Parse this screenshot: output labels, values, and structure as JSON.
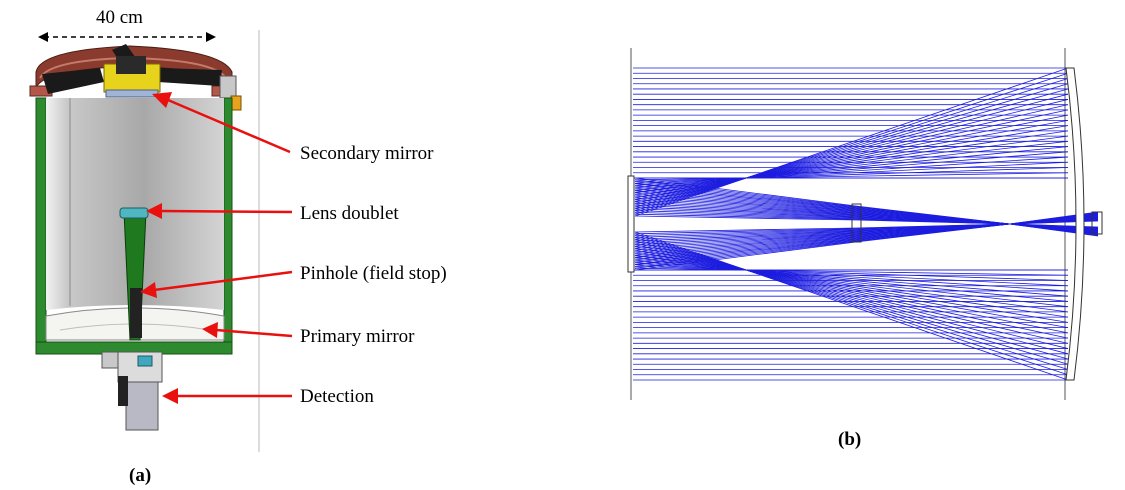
{
  "panel_a": {
    "dimension_label": "40 cm",
    "labels": {
      "secondary_mirror": "Secondary mirror",
      "lens_doublet": "Lens doublet",
      "pinhole": "Pinhole (field stop)",
      "primary_mirror": "Primary mirror",
      "detection": "Detection"
    },
    "caption": "(a)"
  },
  "panel_b": {
    "caption": "(b)"
  },
  "colors": {
    "arrow": "#e8110f",
    "rays": "#1d1de0",
    "tube_wall": "#2e8a2e",
    "inner_tube": "#1f7a1f",
    "secondary_mount": "#e7d21c",
    "ring": "#8a3b2e"
  }
}
